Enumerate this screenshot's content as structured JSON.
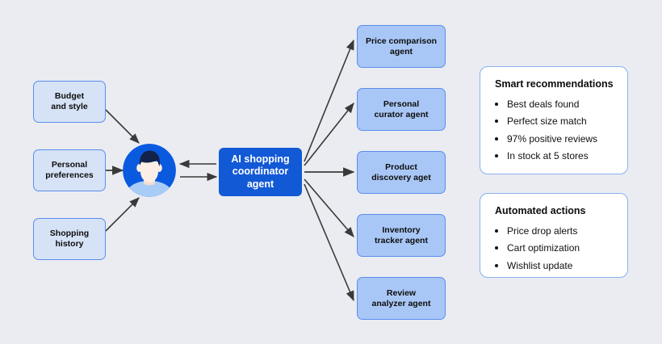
{
  "background_color": "#eaecf1",
  "colors": {
    "accent_blue": "#1259d6",
    "node_border": "#5b8def",
    "input_fill": "#d6e2f6",
    "agent_fill": "#a9c7f6",
    "card_border": "#8ab0ee",
    "arrow": "#3a3a3a"
  },
  "inputs": {
    "items": [
      {
        "label": "Budget\nand style",
        "line1": "Budget",
        "line2": "and style"
      },
      {
        "label": "Personal\npreferences",
        "line1": "Personal",
        "line2": "preferences"
      },
      {
        "label": "Shopping\nhistory",
        "line1": "Shopping",
        "line2": "history"
      }
    ]
  },
  "user": {
    "icon": "user-avatar-icon"
  },
  "center": {
    "line1": "AI shopping",
    "line2": "coordinator",
    "line3": "agent"
  },
  "agents": {
    "items": [
      {
        "line1": "Price comparison",
        "line2": "agent"
      },
      {
        "line1": "Personal",
        "line2": "curator agent"
      },
      {
        "line1": "Product",
        "line2": "discovery aget"
      },
      {
        "line1": "Inventory",
        "line2": "tracker agent"
      },
      {
        "line1": "Review",
        "line2": "analyzer agent"
      }
    ]
  },
  "cards": [
    {
      "title": "Smart recommendations",
      "items": [
        "Best deals found",
        "Perfect size match",
        "97% positive reviews",
        "In stock at 5 stores"
      ]
    },
    {
      "title": "Automated actions",
      "items": [
        "Price drop alerts",
        "Cart optimization",
        "Wishlist update"
      ]
    }
  ]
}
